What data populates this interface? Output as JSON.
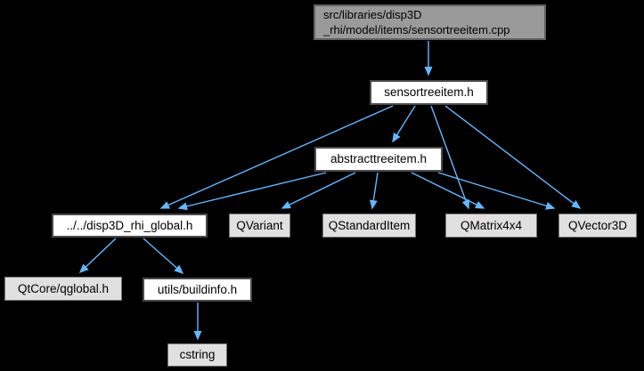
{
  "graph": {
    "title": "include dependency graph for sensortreeitem.cpp",
    "background_color": "#000000",
    "edge_color": "#63B8FF",
    "node_styles": {
      "current": {
        "fill": "#9A9A9A",
        "border": "#616161",
        "text": "#000000"
      },
      "internal": {
        "fill": "#FFFFFF",
        "border": "#4A4A4A",
        "text": "#000000"
      },
      "external": {
        "fill": "#E0E0E0",
        "border": "#747474",
        "text": "#000000"
      }
    },
    "nodes": [
      {
        "id": "cpp",
        "label": "src/libraries/disp3D\n_rhi/model/items/sensortreeitem.cpp",
        "type": "current"
      },
      {
        "id": "sensortreeitem_h",
        "label": "sensortreeitem.h",
        "type": "internal"
      },
      {
        "id": "abstracttreeitem_h",
        "label": "abstracttreeitem.h",
        "type": "internal"
      },
      {
        "id": "disp3d_rhi_global_h",
        "label": "../../disp3D_rhi_global.h",
        "type": "internal"
      },
      {
        "id": "qvariant",
        "label": "QVariant",
        "type": "external"
      },
      {
        "id": "qstandarditem",
        "label": "QStandardItem",
        "type": "external"
      },
      {
        "id": "qmatrix4x4",
        "label": "QMatrix4x4",
        "type": "external"
      },
      {
        "id": "qvector3d",
        "label": "QVector3D",
        "type": "external"
      },
      {
        "id": "qtcore_qglobal_h",
        "label": "QtCore/qglobal.h",
        "type": "external"
      },
      {
        "id": "utils_buildinfo_h",
        "label": "utils/buildinfo.h",
        "type": "internal"
      },
      {
        "id": "cstring",
        "label": "cstring",
        "type": "external"
      }
    ],
    "edges": [
      {
        "from": "cpp",
        "to": "sensortreeitem_h"
      },
      {
        "from": "sensortreeitem_h",
        "to": "abstracttreeitem_h"
      },
      {
        "from": "sensortreeitem_h",
        "to": "disp3d_rhi_global_h"
      },
      {
        "from": "sensortreeitem_h",
        "to": "qmatrix4x4"
      },
      {
        "from": "sensortreeitem_h",
        "to": "qvector3d"
      },
      {
        "from": "abstracttreeitem_h",
        "to": "disp3d_rhi_global_h"
      },
      {
        "from": "abstracttreeitem_h",
        "to": "qvariant"
      },
      {
        "from": "abstracttreeitem_h",
        "to": "qstandarditem"
      },
      {
        "from": "abstracttreeitem_h",
        "to": "qmatrix4x4"
      },
      {
        "from": "abstracttreeitem_h",
        "to": "qvector3d"
      },
      {
        "from": "disp3d_rhi_global_h",
        "to": "qtcore_qglobal_h"
      },
      {
        "from": "disp3d_rhi_global_h",
        "to": "utils_buildinfo_h"
      },
      {
        "from": "utils_buildinfo_h",
        "to": "cstring"
      }
    ]
  }
}
